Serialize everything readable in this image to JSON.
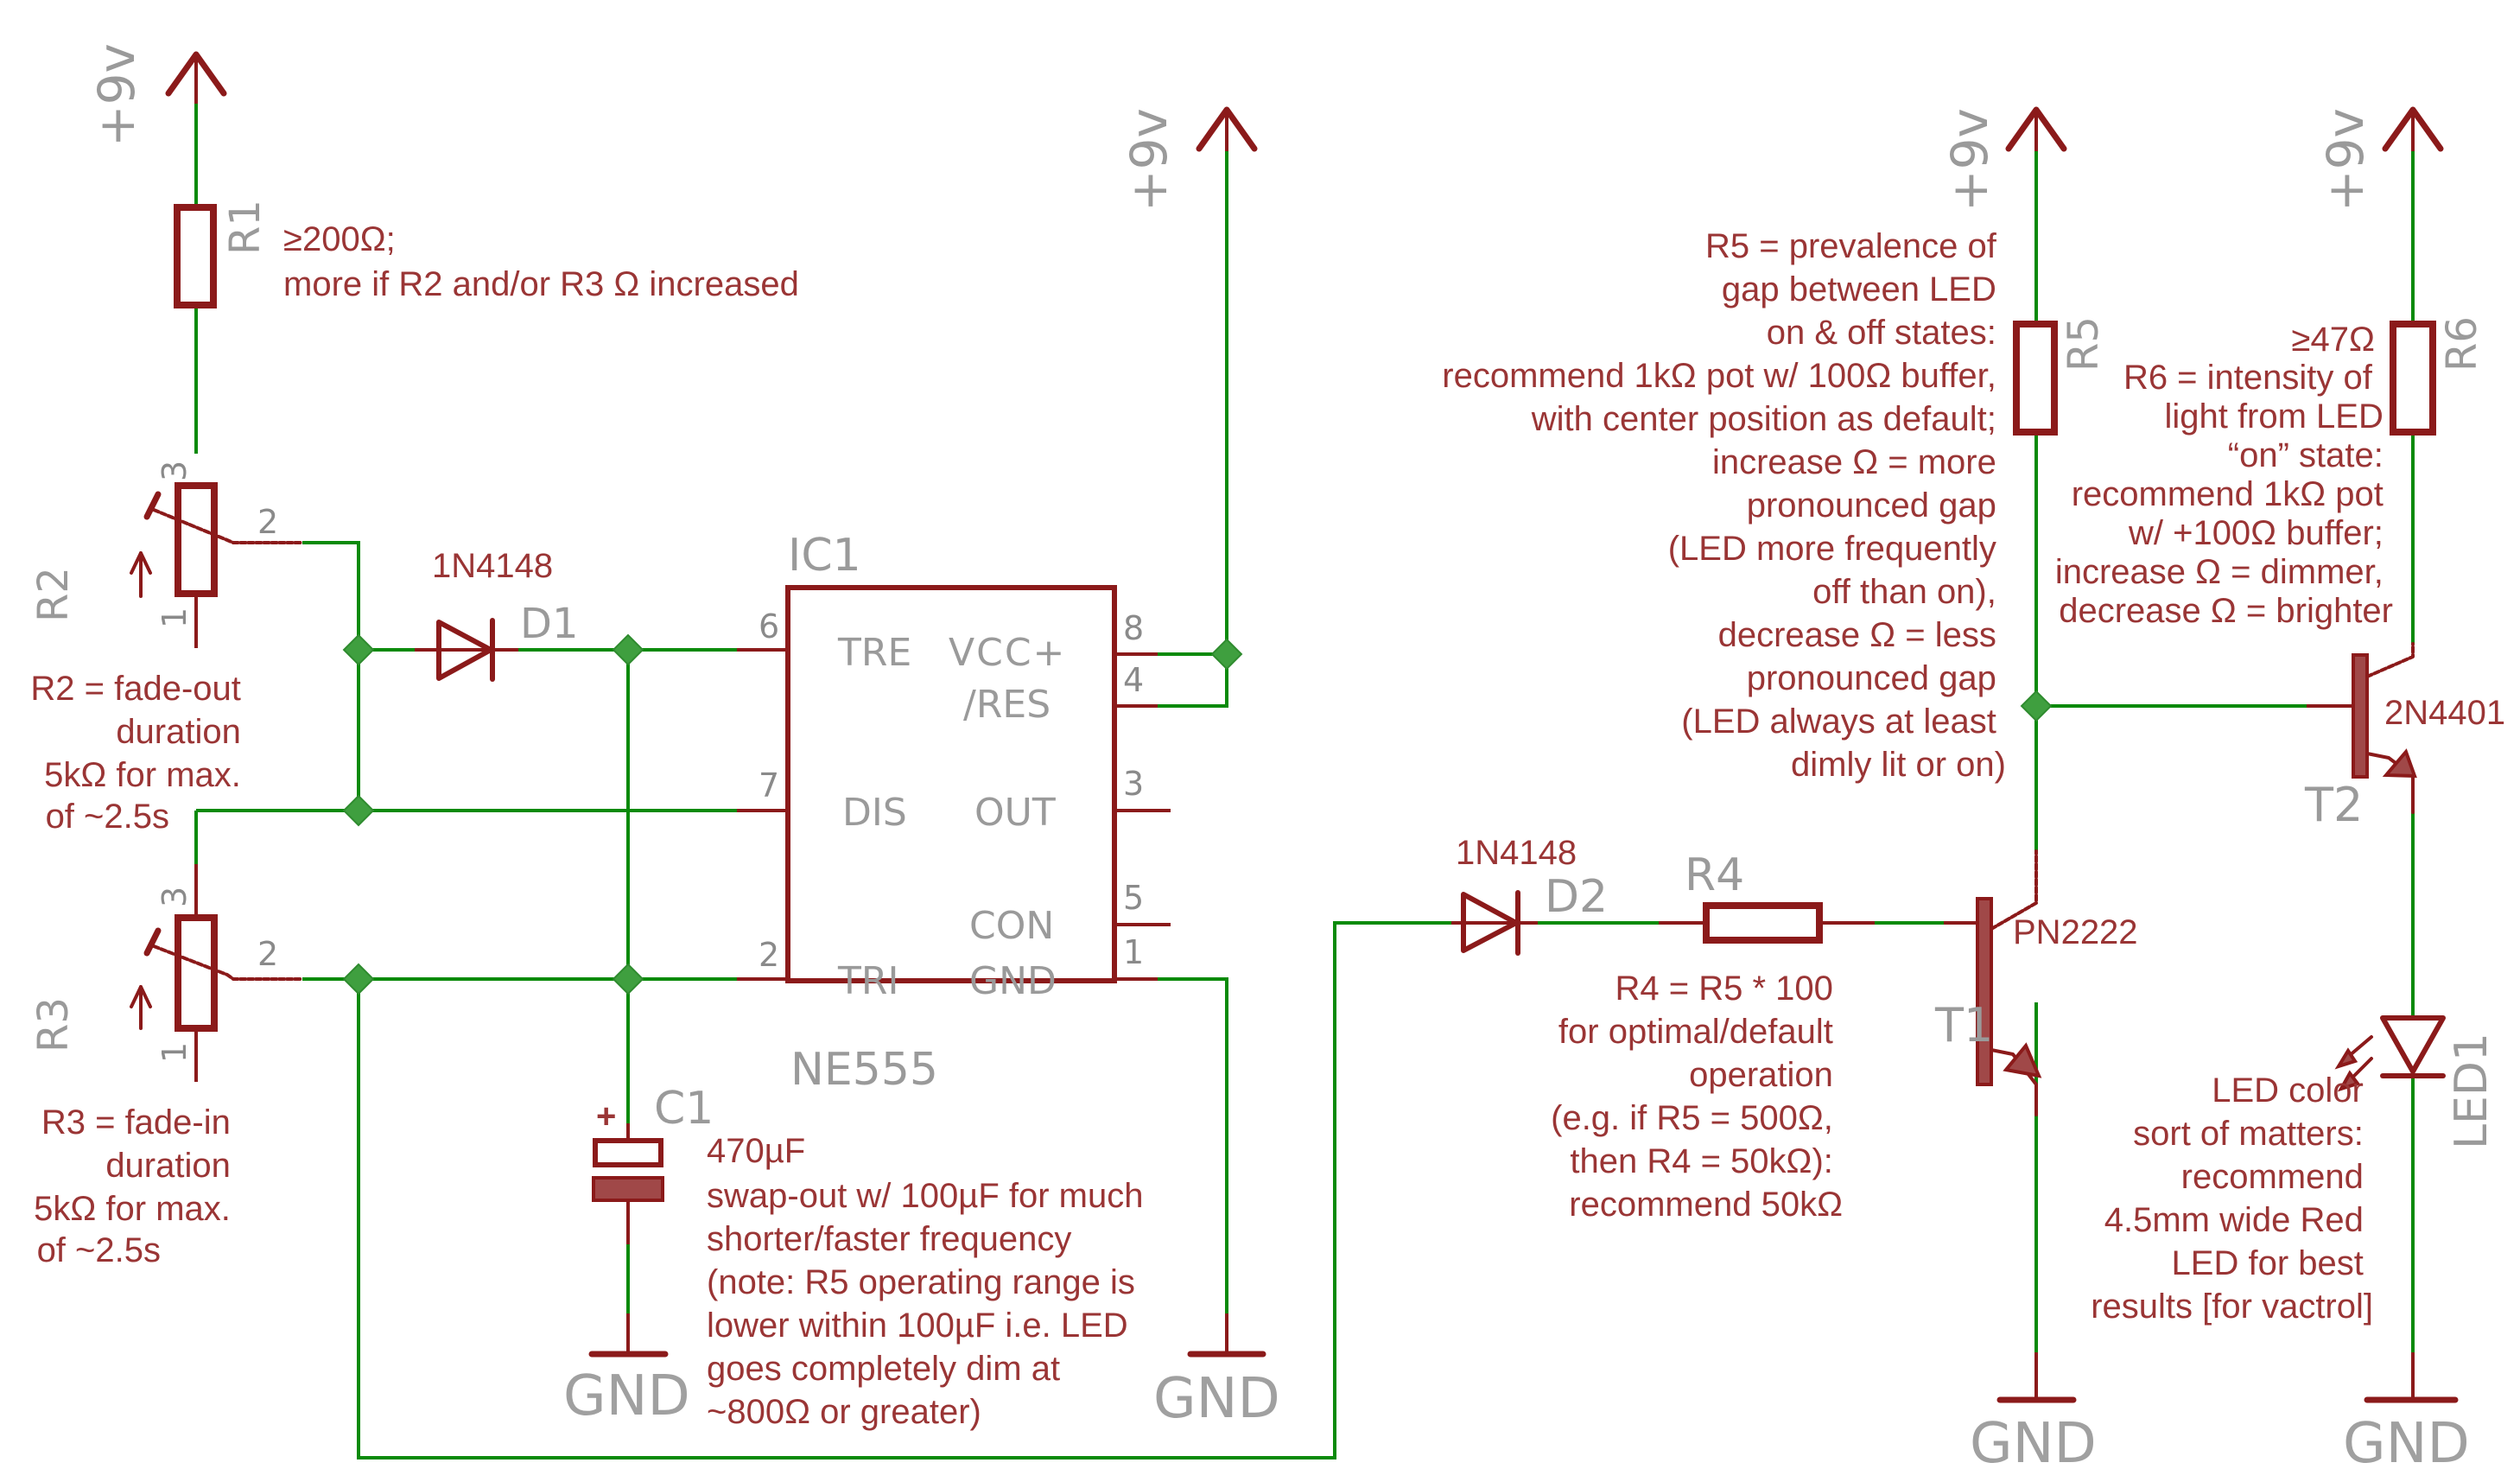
{
  "colors": {
    "wire": "#0a8a0a",
    "component": "#8b1a1a",
    "annotation": "#9a3535",
    "label": "#9a9a9a",
    "junction": "#3f9f3f"
  },
  "supplies": {
    "vcc_label": "+9v",
    "gnd_label": "GND"
  },
  "ic1": {
    "name": "IC1",
    "part": "NE555",
    "pins": [
      {
        "num": "6",
        "label": "TRE"
      },
      {
        "num": "7",
        "label": "DIS"
      },
      {
        "num": "2",
        "label": "TRI"
      },
      {
        "num": "8",
        "label": "VCC+"
      },
      {
        "num": "4",
        "label": "/RES"
      },
      {
        "num": "3",
        "label": "OUT"
      },
      {
        "num": "5",
        "label": "CON"
      },
      {
        "num": "1",
        "label": "GND"
      }
    ]
  },
  "r1": {
    "name": "R1",
    "note": [
      "≥200Ω;",
      "more if R2 and/or R3 Ω increased"
    ]
  },
  "r2": {
    "name": "R2",
    "pins": [
      "3",
      "2",
      "1"
    ],
    "note": [
      "R2 = fade-out",
      "duration",
      "5kΩ for max.",
      "of ~2.5s"
    ]
  },
  "r3": {
    "name": "R3",
    "pins": [
      "3",
      "2",
      "1"
    ],
    "note": [
      "R3 = fade-in",
      "duration",
      "5kΩ for max.",
      "of ~2.5s"
    ]
  },
  "d1": {
    "name": "D1",
    "part": "1N4148"
  },
  "d2": {
    "name": "D2",
    "part": "1N4148"
  },
  "c1": {
    "name": "C1",
    "polarity": "+",
    "note": [
      "470µF",
      "swap-out w/ 100µF for much",
      "shorter/faster frequency",
      "(note: R5 operating range is",
      "lower within 100µF i.e. LED",
      "goes completely dim at",
      "~800Ω or greater)"
    ]
  },
  "r4": {
    "name": "R4",
    "note": [
      "R4 = R5 * 100",
      "for optimal/default",
      "operation",
      "(e.g. if R5 = 500Ω,",
      "then R4 = 50kΩ):",
      "recommend 50kΩ"
    ]
  },
  "r5": {
    "name": "R5",
    "note": [
      "R5 = prevalence of",
      "gap between LED",
      "on & off states:",
      "recommend 1kΩ pot w/ 100Ω buffer,",
      "with center position as default;",
      "increase Ω = more",
      "pronounced gap",
      "(LED more frequently",
      "off than on),",
      "decrease Ω = less",
      "pronounced gap",
      "(LED always at least",
      "dimly lit or on)"
    ]
  },
  "r6": {
    "name": "R6",
    "note": [
      "≥47Ω",
      "R6 = intensity of",
      "light from LED",
      "“on” state:",
      "recommend 1kΩ pot",
      "w/ +100Ω buffer;",
      "increase Ω = dimmer,",
      "decrease Ω = brighter"
    ]
  },
  "t1": {
    "name": "T1",
    "part": "PN2222"
  },
  "t2": {
    "name": "T2",
    "part": "2N4401"
  },
  "led1": {
    "name": "LED1",
    "note": [
      "LED color",
      "sort of matters:",
      "recommend",
      "4.5mm wide Red",
      "LED for best",
      "results [for vactrol]"
    ]
  }
}
